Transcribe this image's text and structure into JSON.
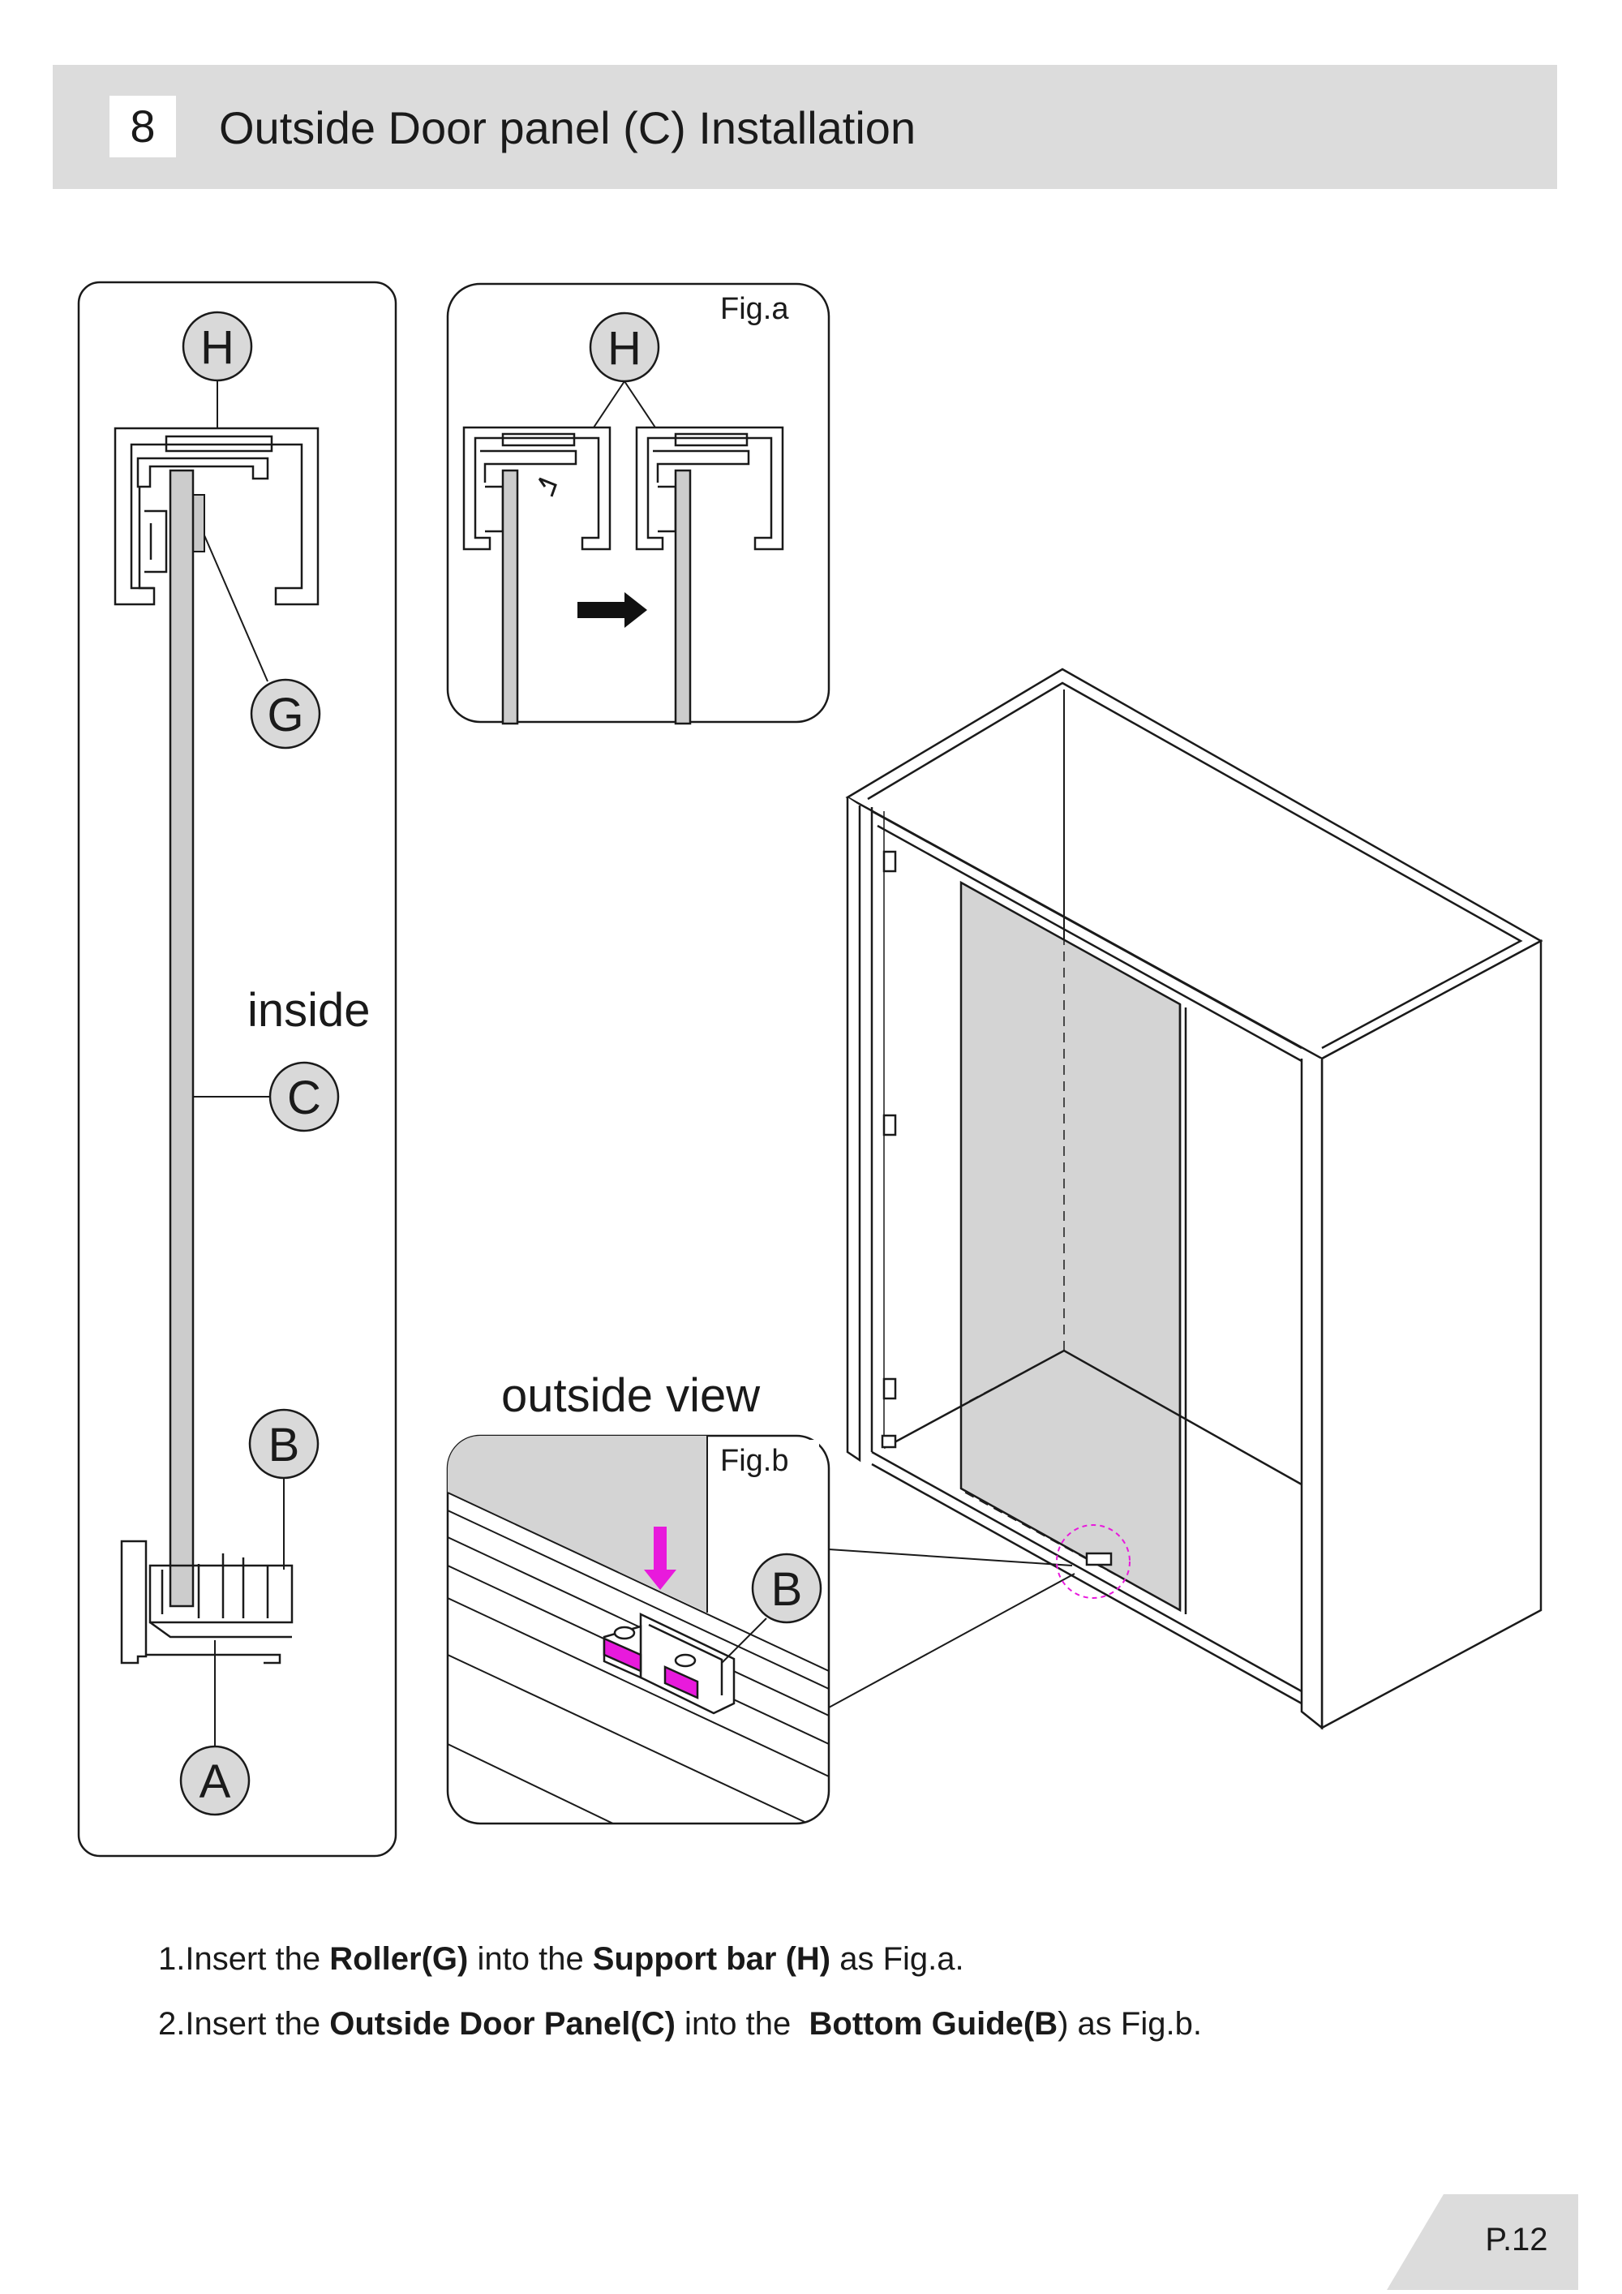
{
  "header": {
    "step_number": "8",
    "title": "Outside Door panel (C) Installation"
  },
  "callouts": {
    "support_bar": "H",
    "support_bar_fig_a": "H",
    "roller": "G",
    "door_panel": "C",
    "bottom_guide": "B",
    "bottom_guide_fig_b": "B",
    "base": "A"
  },
  "labels": {
    "inside": "inside",
    "outside_view": "outside view",
    "fig_a": "Fig.a",
    "fig_b": "Fig.b"
  },
  "instructions": [
    {
      "prefix": "1.Insert the ",
      "bold1": "Roller(G)",
      "middle": " into the ",
      "bold2": "Support bar (H)",
      "suffix": " as Fig.a."
    },
    {
      "prefix": "2.Insert the ",
      "bold1": "Outside Door Panel(C)",
      "middle": " into the  ",
      "bold2": "Bottom Guide(B",
      "suffix": ") as Fig.b."
    }
  ],
  "page_number": "P.12",
  "colors": {
    "highlight": "#e81adc",
    "panel_gray": "#dcdcdc",
    "glass": "#d4d4d4"
  }
}
